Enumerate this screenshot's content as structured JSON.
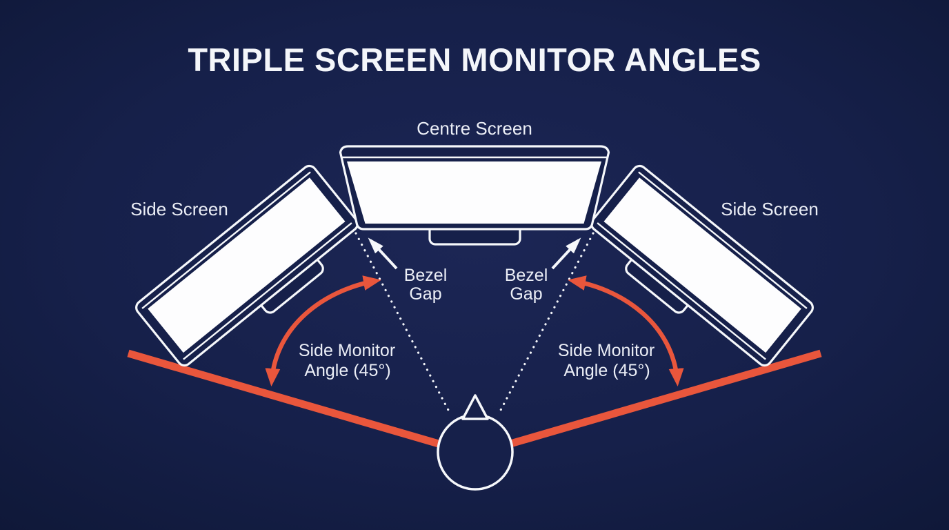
{
  "diagram": {
    "title": "TRIPLE SCREEN MONITOR ANGLES",
    "centre_screen_label": "Centre Screen",
    "side_screen_label": "Side Screen",
    "bezel_gap": {
      "line1": "Bezel",
      "line2": "Gap"
    },
    "side_monitor_angle": {
      "line1": "Side Monitor",
      "line2": "Angle (45°)",
      "value_degrees": 45
    }
  },
  "colors": {
    "background_navy": "#16204A",
    "accent_orange": "#E9563C",
    "outline_white": "#F6F8FB",
    "text_white": "#EBEEF6"
  }
}
